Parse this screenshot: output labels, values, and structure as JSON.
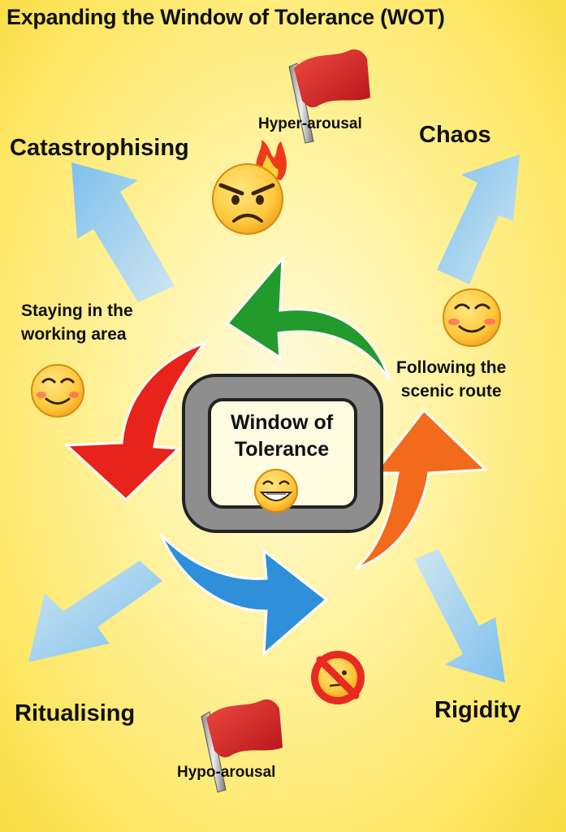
{
  "title": "Expanding the Window of Tolerance (WOT)",
  "hyper_arousal": "Hyper-arousal",
  "hypo_arousal": "Hypo-arousal",
  "catastrophising": "Catastrophising",
  "chaos": "Chaos",
  "ritualising": "Ritualising",
  "rigidity": "Rigidity",
  "staying_line1": "Staying in the",
  "staying_line2": "working area",
  "following_line1": "Following the",
  "following_line2": "scenic route",
  "window_line1": "Window of",
  "window_line2": "Tolerance",
  "colors": {
    "background": "#fde86a",
    "flag": "#d8262a",
    "red_arrow": "#e8231b",
    "green_arrow": "#239a2c",
    "blue_arrow": "#2f8fd8",
    "orange_arrow": "#f26a1b",
    "light_blue_arrow": "#8cc8ee",
    "frame": "#8e8e8e"
  },
  "icons": [
    "flag-icon",
    "angry-face-icon",
    "smiling-face-icon",
    "grinning-face-icon",
    "prohibited-face-icon"
  ]
}
